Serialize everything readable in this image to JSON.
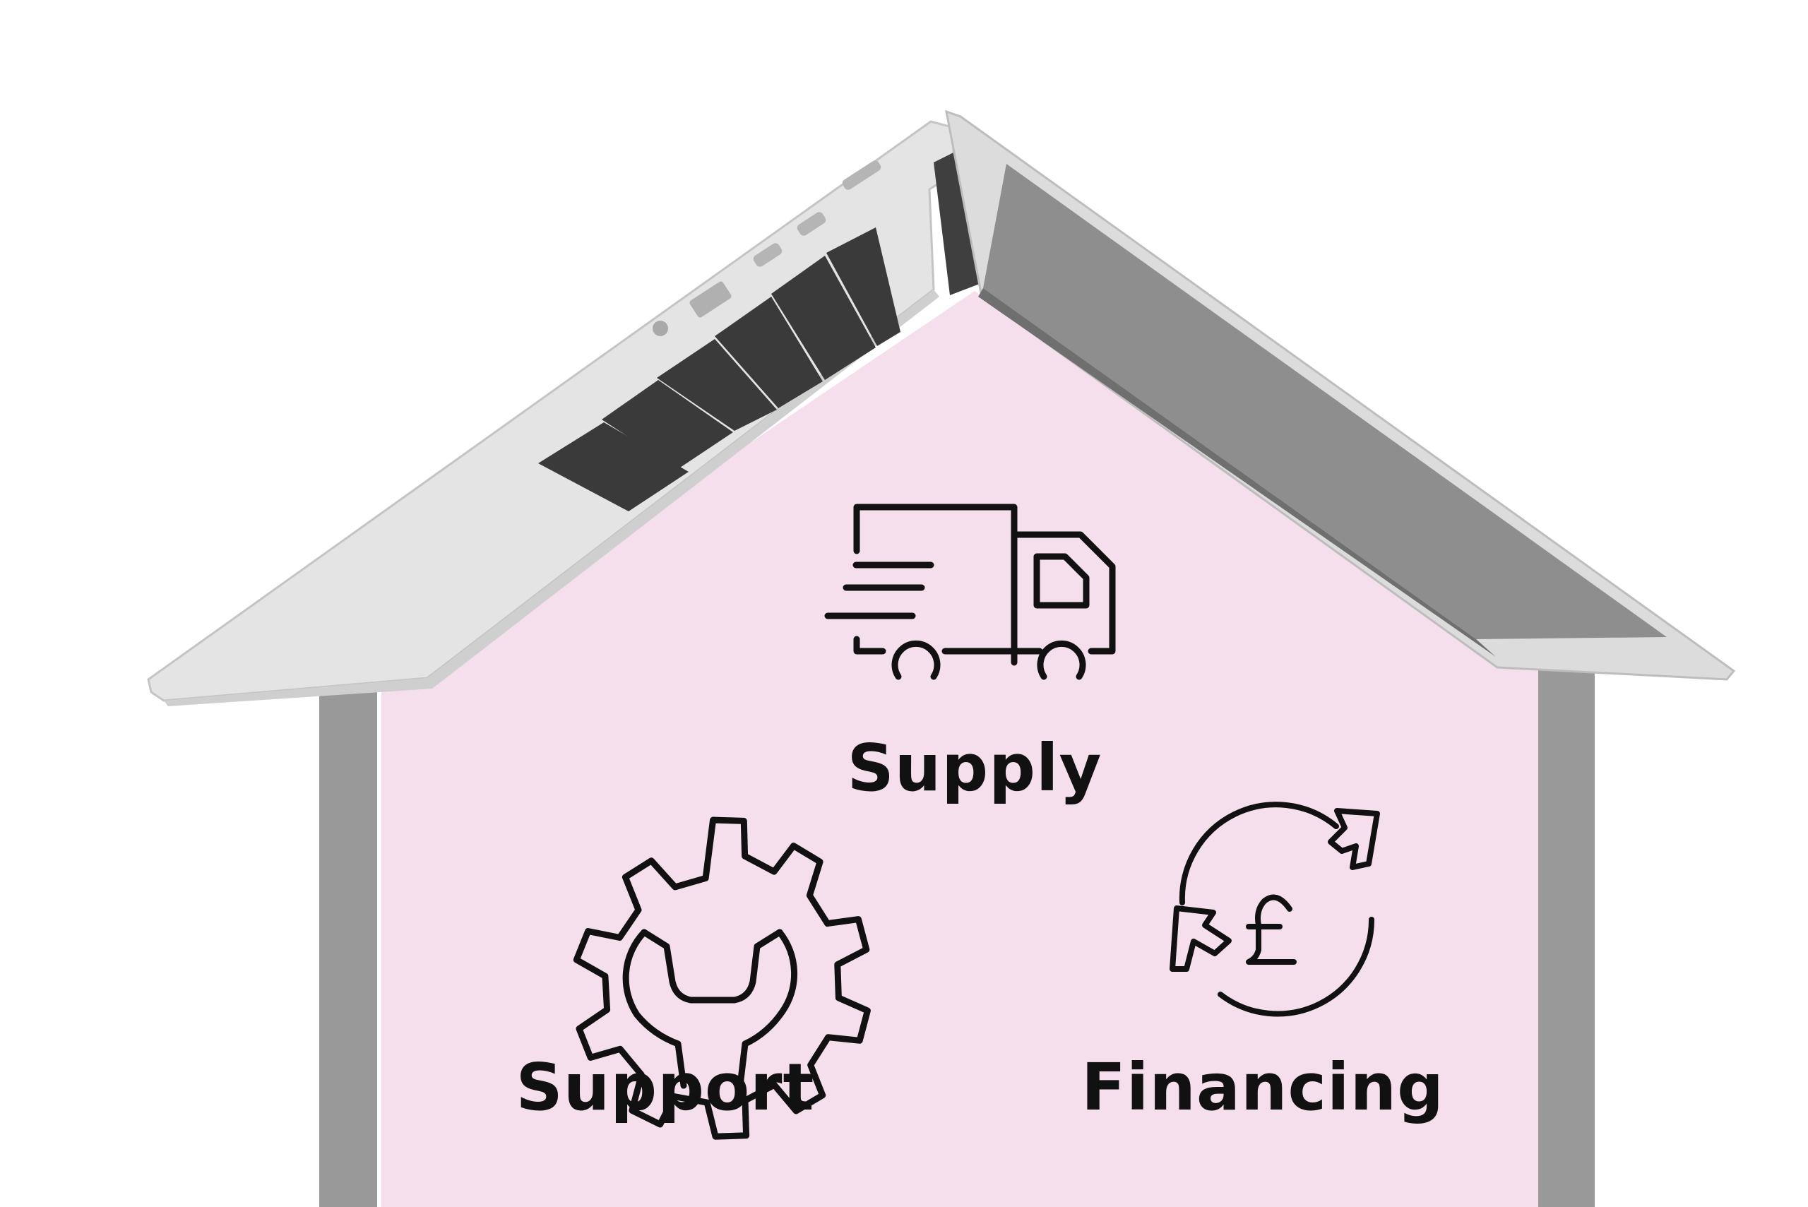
{
  "colors": {
    "house_fill": "#f6dfec",
    "wall": "#999999",
    "laptop_body": "#e4e4e4",
    "laptop_edge": "#cfcfcf",
    "screen": "#8e8e8e",
    "vents": "#3a3a3a",
    "icon_stroke": "#111111"
  },
  "features": {
    "supply": {
      "label": "Supply",
      "icon": "delivery-truck-icon"
    },
    "support": {
      "label": "Support",
      "icon": "gear-wrench-icon"
    },
    "financing": {
      "label": "Financing",
      "icon": "pound-exchange-icon"
    }
  }
}
